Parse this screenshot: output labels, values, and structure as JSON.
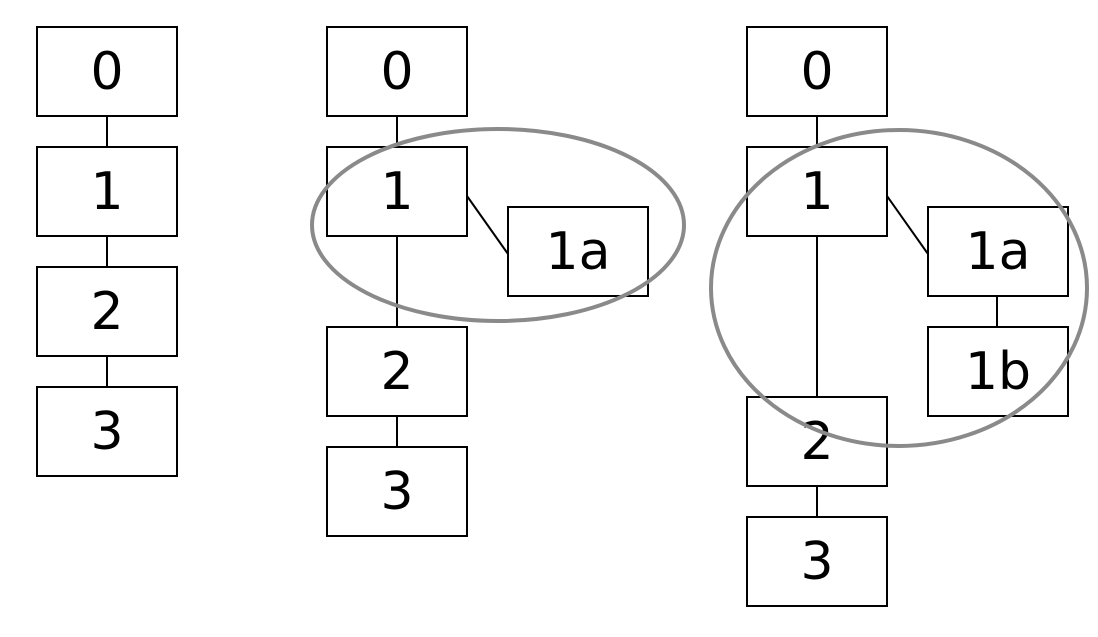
{
  "diagram": {
    "colors": {
      "box_stroke": "#000000",
      "edge": "#000000",
      "highlight": "#8a8a8a",
      "background": "#ffffff"
    },
    "panels": [
      {
        "id": "panel-1",
        "nodes": [
          {
            "id": "p1-n0",
            "label": "0"
          },
          {
            "id": "p1-n1",
            "label": "1"
          },
          {
            "id": "p1-n2",
            "label": "2"
          },
          {
            "id": "p1-n3",
            "label": "3"
          }
        ]
      },
      {
        "id": "panel-2",
        "nodes": [
          {
            "id": "p2-n0",
            "label": "0"
          },
          {
            "id": "p2-n1",
            "label": "1"
          },
          {
            "id": "p2-n1a",
            "label": "1a"
          },
          {
            "id": "p2-n2",
            "label": "2"
          },
          {
            "id": "p2-n3",
            "label": "3"
          }
        ]
      },
      {
        "id": "panel-3",
        "nodes": [
          {
            "id": "p3-n0",
            "label": "0"
          },
          {
            "id": "p3-n1",
            "label": "1"
          },
          {
            "id": "p3-n1a",
            "label": "1a"
          },
          {
            "id": "p3-n1b",
            "label": "1b"
          },
          {
            "id": "p3-n2",
            "label": "2"
          },
          {
            "id": "p3-n3",
            "label": "3"
          }
        ]
      }
    ]
  }
}
